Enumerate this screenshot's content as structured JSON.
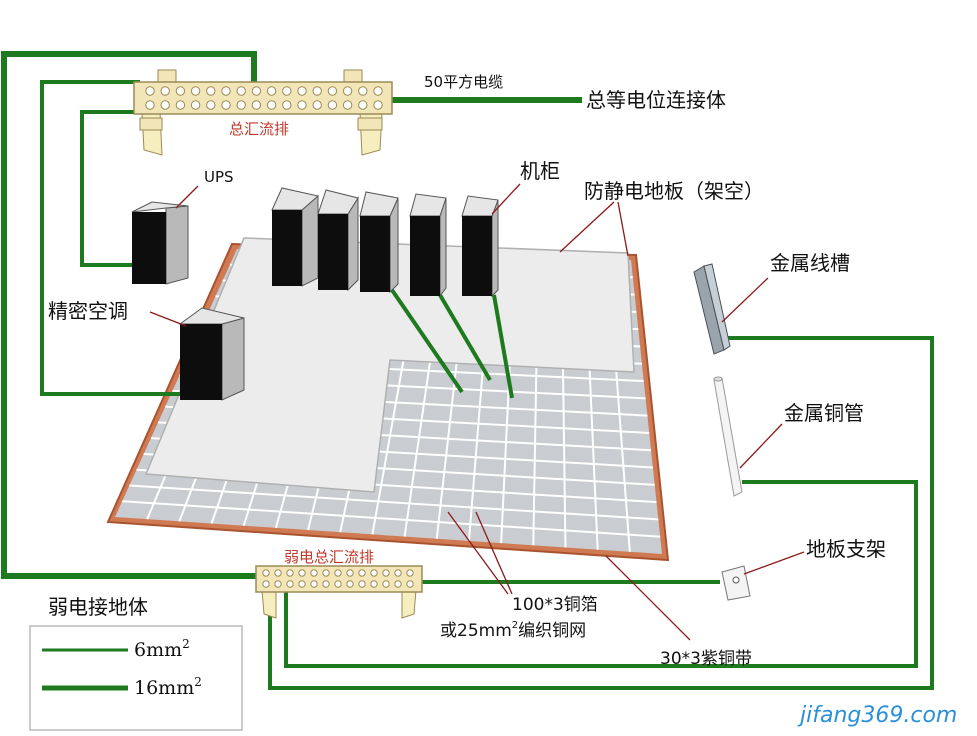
{
  "labels": {
    "cable_50": "50平方电缆",
    "main_equipotential": "总等电位连接体",
    "main_busbar": "总汇流排",
    "ups": "UPS",
    "cabinet": "机柜",
    "raised_floor": "防静电地板（架空）",
    "precision_ac": "精密空调",
    "metal_trunking": "金属线槽",
    "metal_copper_pipe": "金属铜管",
    "floor_support": "地板支架",
    "weak_busbar": "弱电总汇流排",
    "copper_foil_line1": "100*3铜箔",
    "copper_foil_line2_a": "或25mm",
    "copper_foil_line2_sup": "2",
    "copper_foil_line2_b": "编织铜网",
    "copper_strip": "30*3紫铜带",
    "weak_ground": "弱电接地体"
  },
  "legend": {
    "items": [
      {
        "value": "6mm",
        "sup": "2"
      },
      {
        "value": "16mm",
        "sup": "2"
      }
    ]
  },
  "watermark": "jifang369.com",
  "colors": {
    "wire": "#1e7a1e",
    "busbar": "#f2e6b8",
    "floor_edge": "#c8643c",
    "pointer": "#8b1a1a",
    "label_red": "#c0392b"
  }
}
